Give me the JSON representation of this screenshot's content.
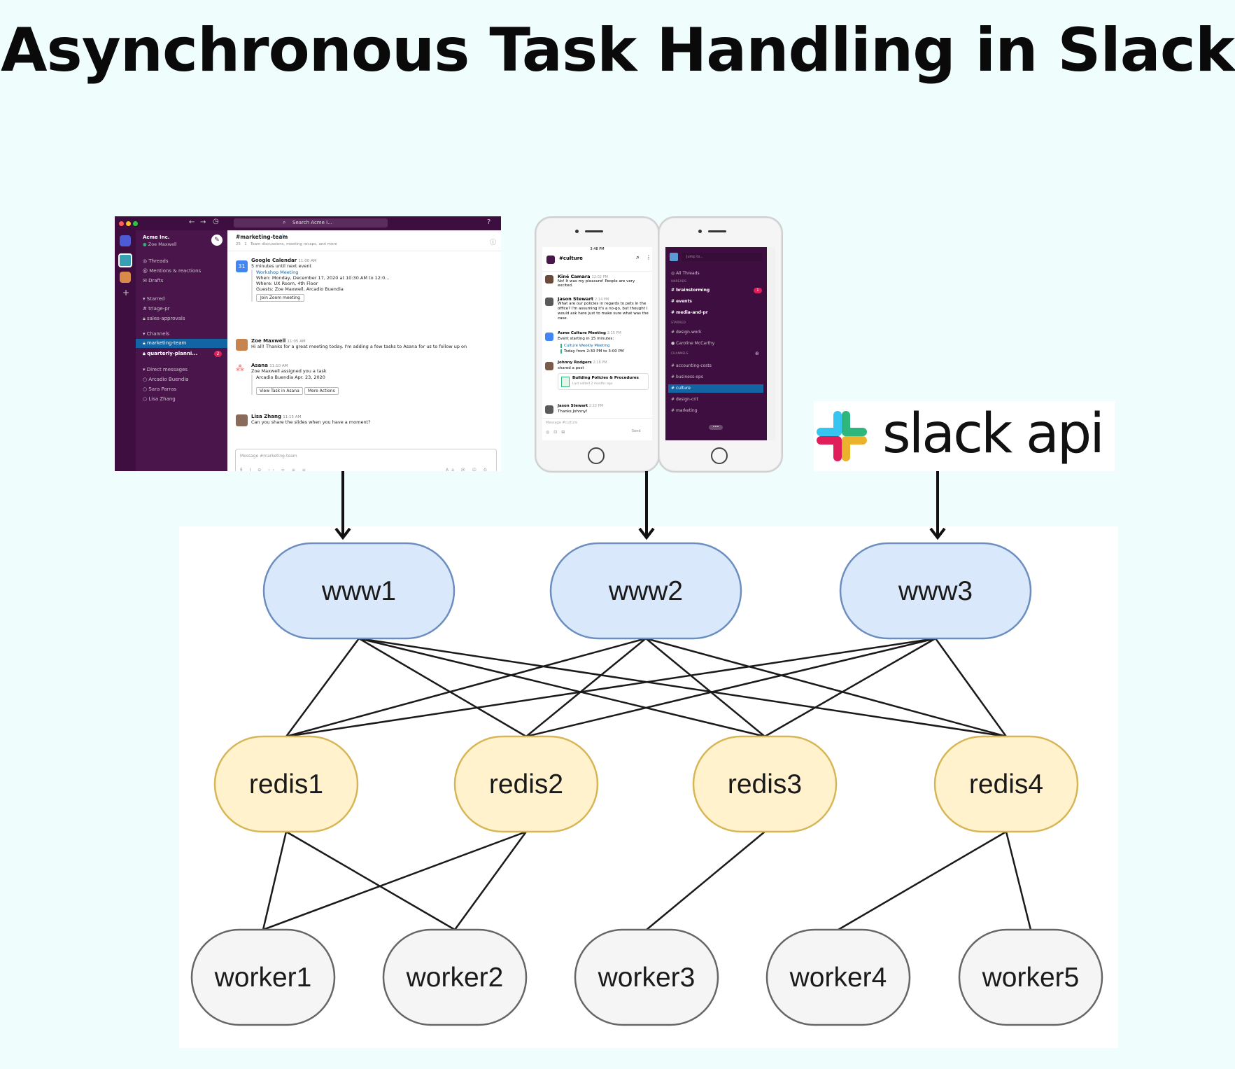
{
  "title": "Asynchronous Task Handling in Slack",
  "desktop_app": {
    "search_placeholder": "Search Acme I...",
    "workspace": "Acme Inc.",
    "user": "Zoe Maxwell",
    "nav": [
      "Threads",
      "Mentions & reactions",
      "Drafts"
    ],
    "starred_header": "Starred",
    "starred": [
      "triage-pr",
      "sales-approvals"
    ],
    "channels_header": "Channels",
    "channels": [
      "marketing-team",
      "quarterly-planni..."
    ],
    "channel_badge": "2",
    "dm_header": "Direct messages",
    "dms": [
      "Arcadio Buendia",
      "Sara Parras",
      "Lisa Zhang"
    ],
    "channel_title": "#marketing-team",
    "channel_meta": "25   1   Team discussions, meeting recaps, and more",
    "messages": [
      {
        "name": "Google Calendar",
        "time": "11:00 AM",
        "lines": [
          "5 minutes until next event",
          "Workshop Meeting",
          "When: Monday, December 17, 2020 at 10:30 AM to 12:0...",
          "Where: UX Room, 4th Floor",
          "Guests: Zoe Maxwell, Arcadio Buendia"
        ],
        "button": "Join Zoom meeting"
      },
      {
        "name": "Zoe Maxwell",
        "time": "11:05 AM",
        "lines": [
          "Hi all! Thanks for a great meeting today. I'm adding a few tasks to Asana for us to follow up on"
        ]
      },
      {
        "name": "Asana",
        "time": "11:10 AM",
        "lines": [
          "Zoe Maxwell assigned you a task",
          "Arcadio Buendia Apr. 23, 2020"
        ],
        "buttons": [
          "View Task in Asana",
          "More Actions"
        ]
      },
      {
        "name": "Lisa Zhang",
        "time": "11:15 AM",
        "lines": [
          "Can you share the slides when you have a moment?"
        ]
      }
    ],
    "composer_placeholder": "Message #marketing-team"
  },
  "phone1": {
    "time": "3:48 PM",
    "channel": "#culture",
    "messages": [
      {
        "name": "Kiné Camara",
        "time": "12:02 PM",
        "text": "No! It was my pleasure! People are very excited."
      },
      {
        "name": "Jason Stewart",
        "time": "2:14 PM",
        "text": "What are our policies in regards to pets in the office? I'm assuming it's a no-go, but thought I would ask here just to make sure what was the case."
      },
      {
        "name": "Acme Culture Meeting",
        "time": "2:15 PM",
        "text": "Event starting in 15 minutes:"
      },
      {
        "name": "Culture Weekly Meeting",
        "time": "",
        "text": "Today from 2:30 PM to 3:00 PM"
      },
      {
        "name": "Johnny Rodgers",
        "time": "2:18 PM",
        "text": "shared a post"
      },
      {
        "name": "Building Policies & Procedures",
        "time": "",
        "text": "Last edited 2 months ago"
      },
      {
        "name": "Jason Stewart",
        "time": "2:22 PM",
        "text": "Thanks Johnny!"
      }
    ],
    "composer_placeholder": "Message #culture",
    "send": "Send"
  },
  "phone2": {
    "search": "Jump to...",
    "all_threads": "All Threads",
    "unreads_header": "UNREADS",
    "unreads": [
      "brainstorming",
      "events",
      "media-and-pr"
    ],
    "unread_badge": "1",
    "starred_header": "STARRED",
    "starred": [
      "design-work",
      "Caroline McCarthy"
    ],
    "channels_header": "CHANNELS",
    "channels": [
      "accounting-costs",
      "business-ops",
      "culture",
      "design-crit",
      "marketing"
    ]
  },
  "api_logo": {
    "text": "slack api",
    "colors": [
      "#36c5f0",
      "#2eb67d",
      "#ecb22e",
      "#e01e5a"
    ]
  },
  "nodes": {
    "www": [
      "www1",
      "www2",
      "www3"
    ],
    "redis": [
      "redis1",
      "redis2",
      "redis3",
      "redis4"
    ],
    "workers": [
      "worker1",
      "worker2",
      "worker3",
      "worker4",
      "worker5"
    ]
  },
  "edges": {
    "www_to_redis": "all",
    "redis_to_worker": [
      [
        "redis1",
        "worker1"
      ],
      [
        "redis1",
        "worker2"
      ],
      [
        "redis2",
        "worker1"
      ],
      [
        "redis2",
        "worker2"
      ],
      [
        "redis3",
        "worker3"
      ],
      [
        "redis4",
        "worker4"
      ],
      [
        "redis4",
        "worker5"
      ]
    ]
  },
  "colors": {
    "www_fill": "#dae8fc",
    "www_stroke": "#6c8ebf",
    "redis_fill": "#fff2cc",
    "redis_stroke": "#d6b656",
    "worker_fill": "#f5f5f5",
    "worker_stroke": "#666666",
    "slack_purple": "#4a154b"
  }
}
